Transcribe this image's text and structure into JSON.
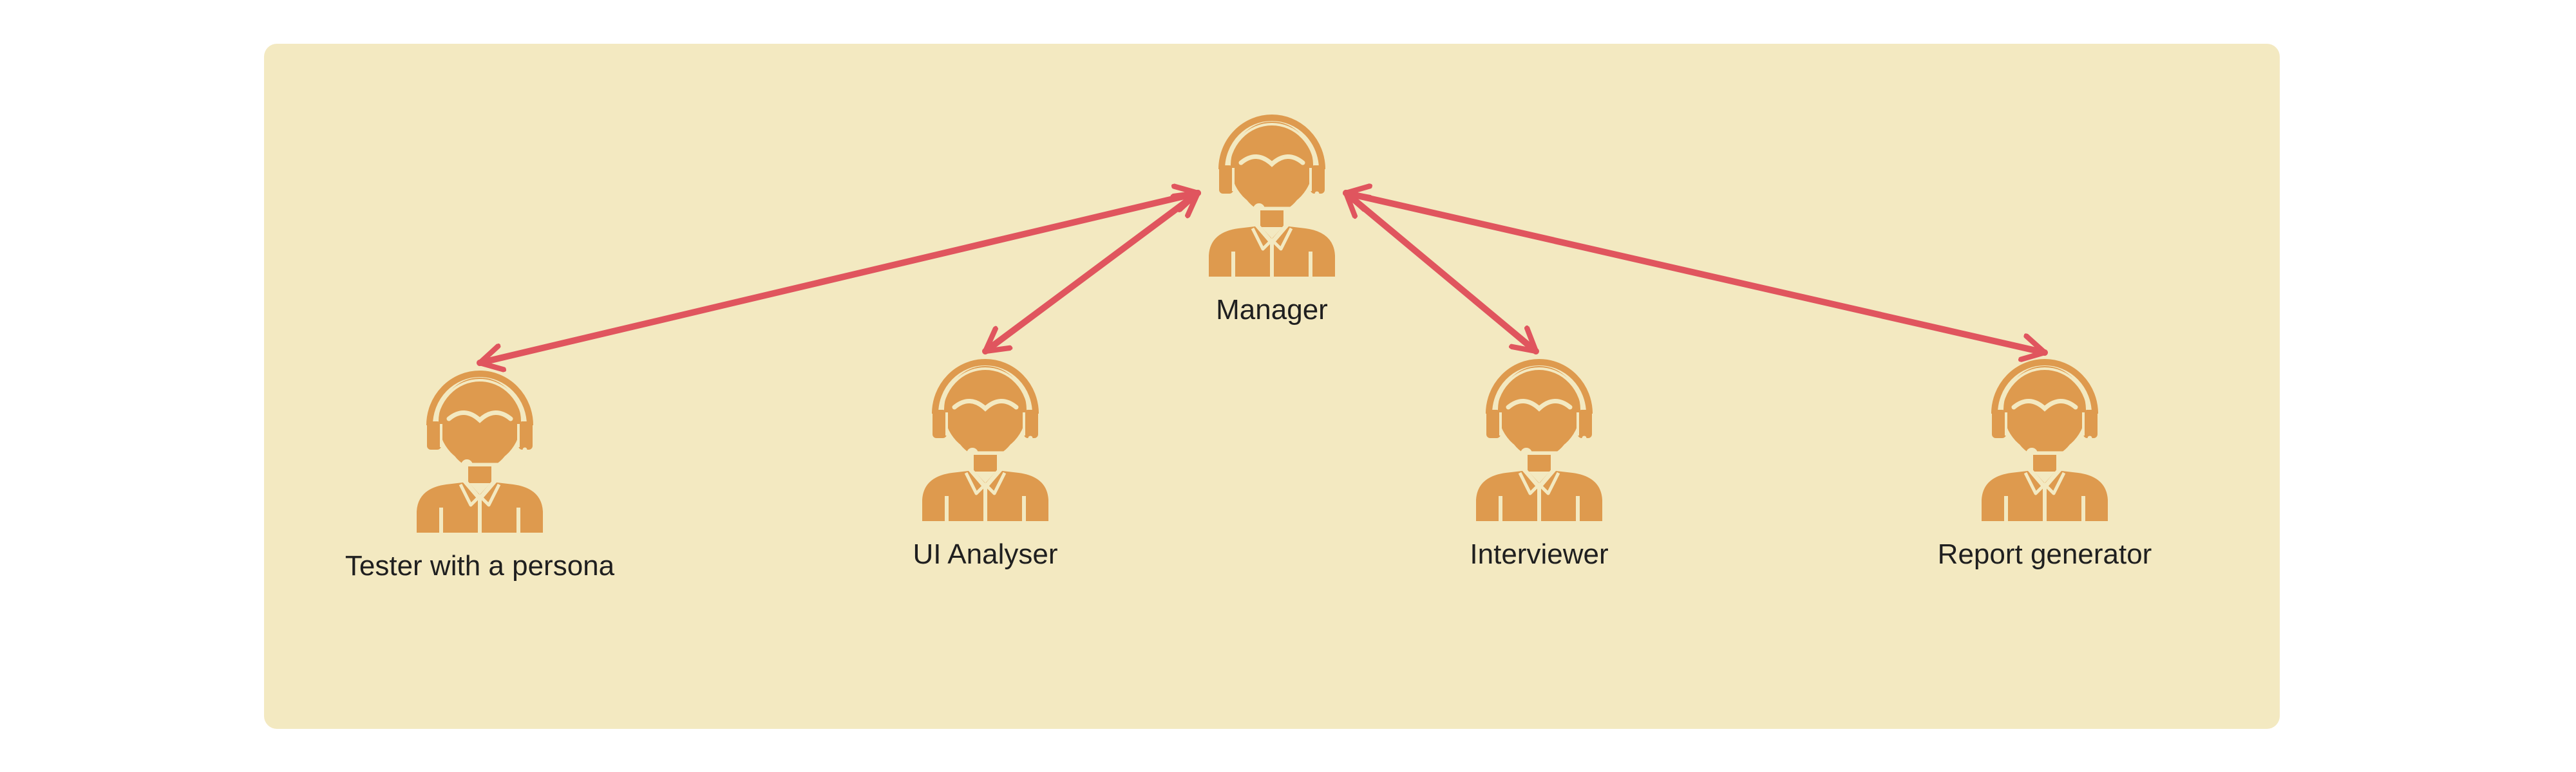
{
  "diagram": {
    "colors": {
      "panel": "#f3e9c1",
      "icon": "#de9a4e",
      "icon_detail": "#f3e9c1",
      "arrow": "#e0555e"
    },
    "icon_name": "headset-agent-icon",
    "nodes": {
      "manager": {
        "label": "Manager"
      },
      "tester": {
        "label": "Tester with a persona"
      },
      "ui_analyser": {
        "label": "UI Analyser"
      },
      "interviewer": {
        "label": "Interviewer"
      },
      "report_generator": {
        "label": "Report generator"
      }
    },
    "edges": [
      {
        "from": "manager",
        "to": "tester",
        "bidirectional": true
      },
      {
        "from": "manager",
        "to": "ui_analyser",
        "bidirectional": true
      },
      {
        "from": "manager",
        "to": "interviewer",
        "bidirectional": true
      },
      {
        "from": "manager",
        "to": "report_generator",
        "bidirectional": true
      }
    ]
  }
}
